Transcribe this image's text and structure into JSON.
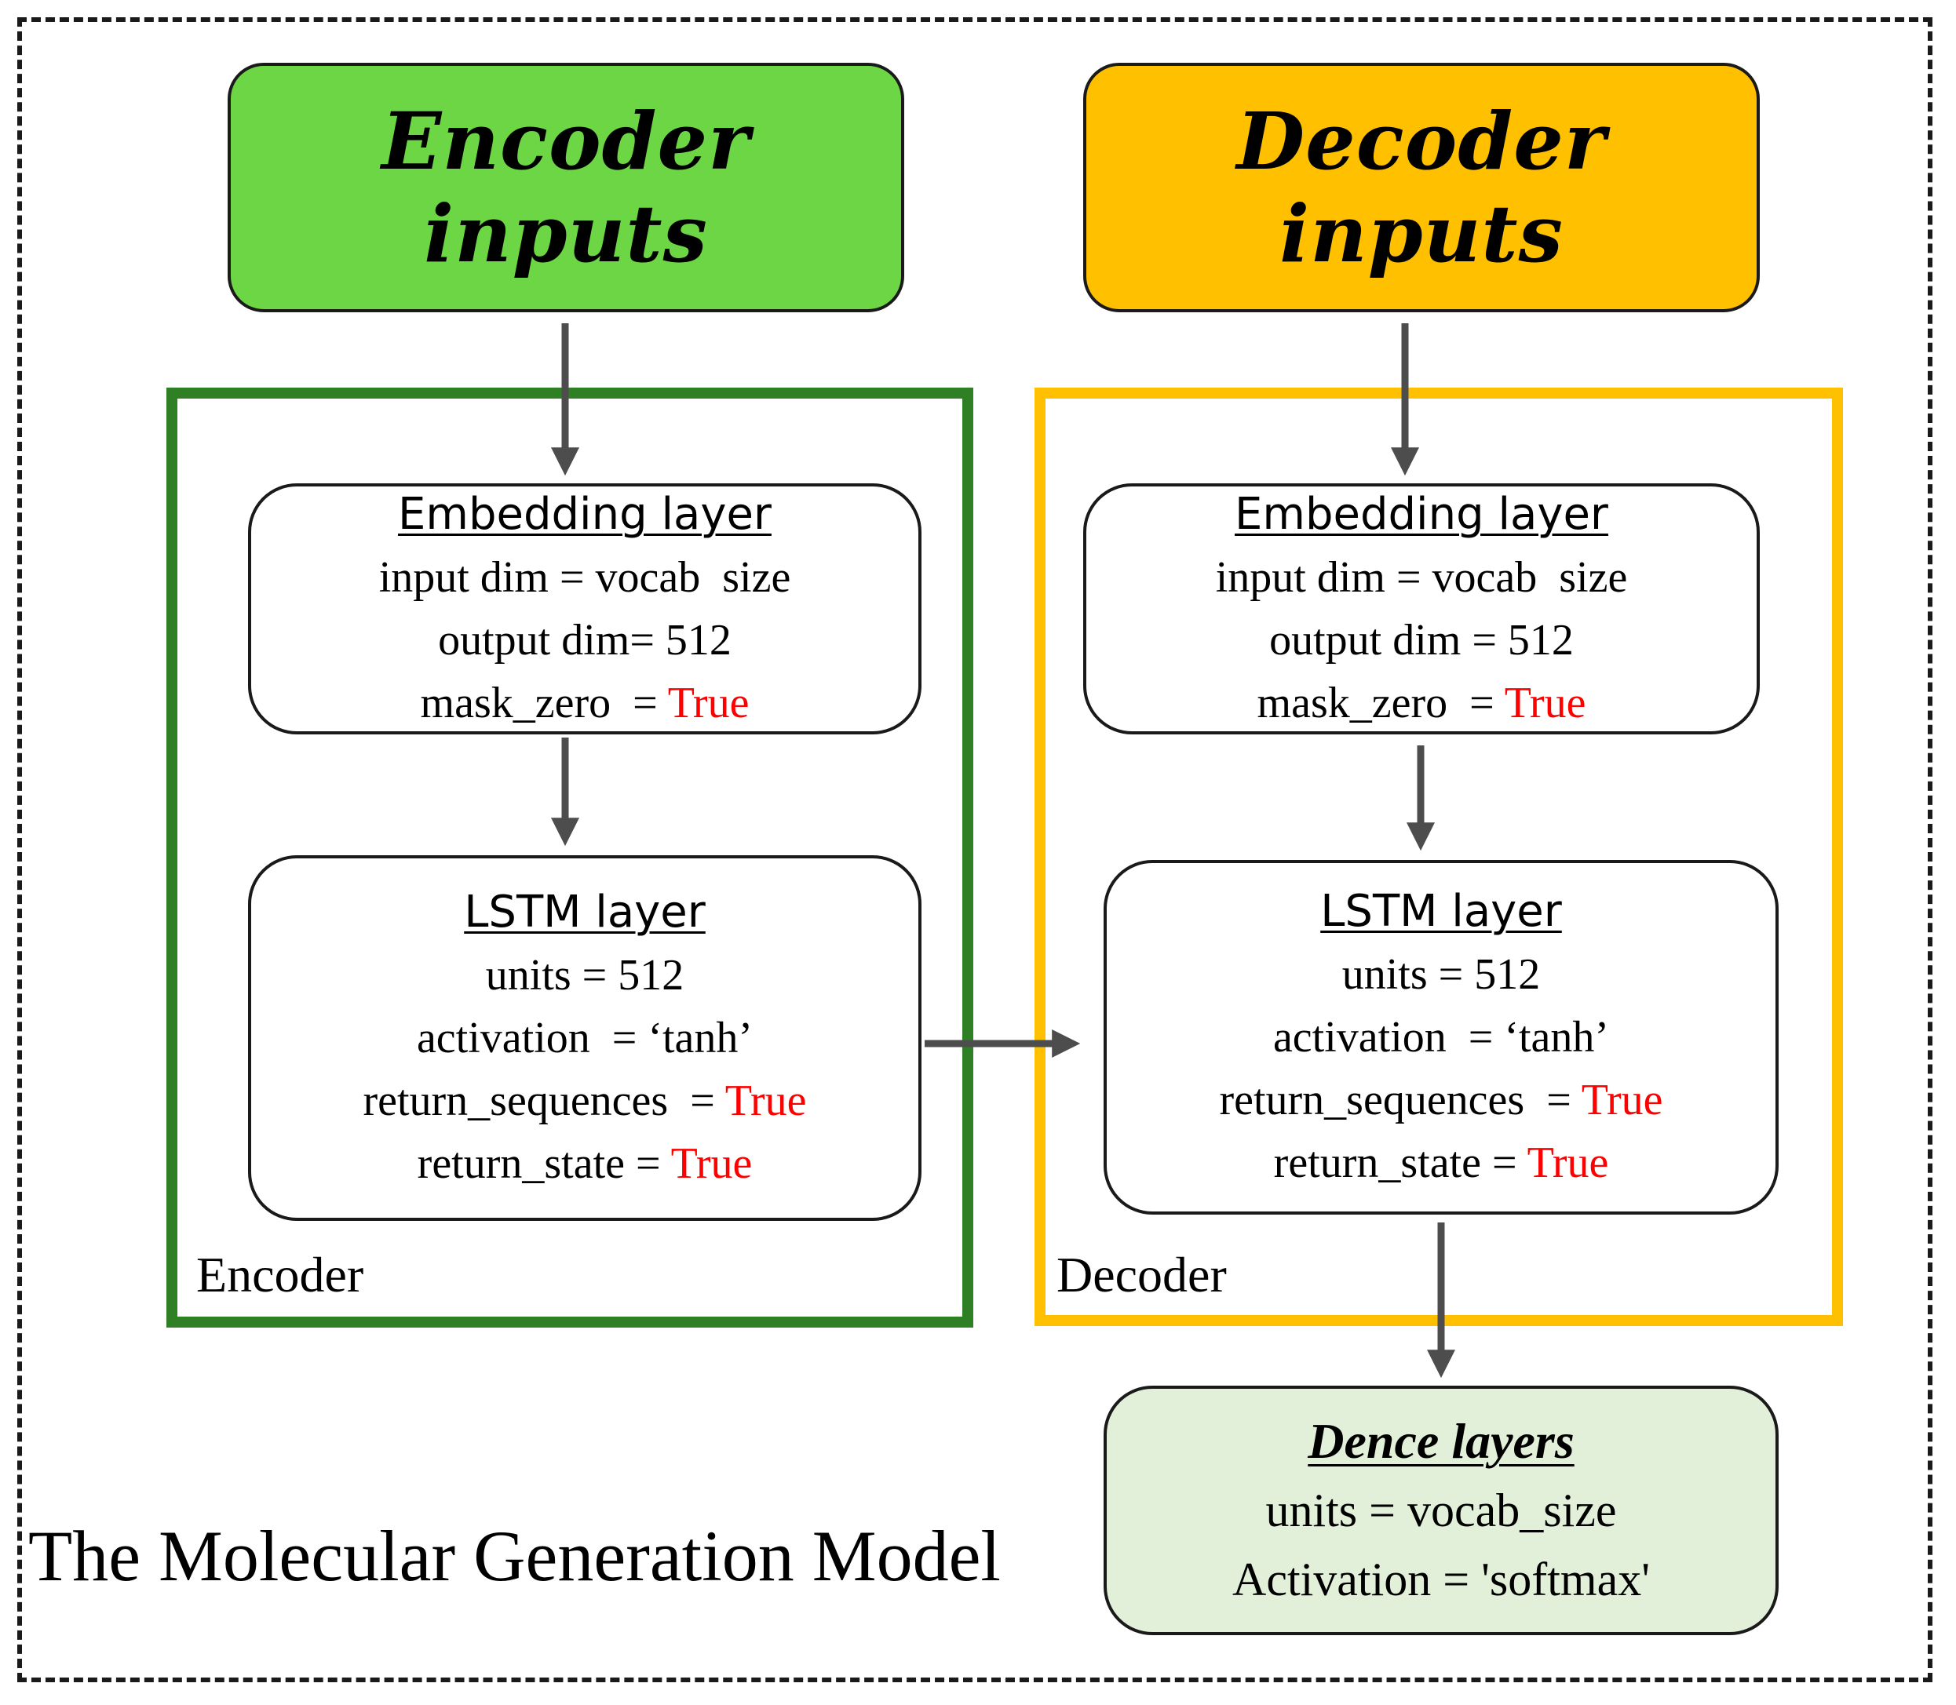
{
  "colors": {
    "encoder_inputs_fill": "#6dd645",
    "decoder_inputs_fill": "#ffc000",
    "encoder_frame": "#2f7f25",
    "decoder_frame": "#ffc000",
    "dense_fill": "#e2f0d9",
    "arrow": "#4d4d4d",
    "highlight": "#ff0000"
  },
  "encoder_inputs": {
    "label": "Encoder inputs"
  },
  "decoder_inputs": {
    "label": "Decoder inputs"
  },
  "encoder": {
    "label": "Encoder",
    "embedding": {
      "title": "Embedding layer",
      "lines": [
        {
          "text": "input dim = vocab  size",
          "value": ""
        },
        {
          "text": "output dim= 512",
          "value": ""
        },
        {
          "text": "mask_zero  = ",
          "value": "True"
        }
      ]
    },
    "lstm": {
      "title": "LSTM layer",
      "lines": [
        {
          "text": "units = 512",
          "value": ""
        },
        {
          "text": "activation  = ‘tanh’",
          "value": ""
        },
        {
          "text": "return_sequences  = ",
          "value": "True"
        },
        {
          "text": "return_state = ",
          "value": "True"
        }
      ]
    }
  },
  "decoder": {
    "label": "Decoder",
    "embedding": {
      "title": "Embedding layer",
      "lines": [
        {
          "text": "input dim = vocab  size",
          "value": ""
        },
        {
          "text": "output dim = 512",
          "value": ""
        },
        {
          "text": "mask_zero  = ",
          "value": "True"
        }
      ]
    },
    "lstm": {
      "title": "LSTM layer",
      "lines": [
        {
          "text": "units = 512",
          "value": ""
        },
        {
          "text": "activation  = ‘tanh’",
          "value": ""
        },
        {
          "text": "return_sequences  = ",
          "value": "True"
        },
        {
          "text": "return_state = ",
          "value": "True"
        }
      ]
    }
  },
  "dense": {
    "title": "Dence layers",
    "lines": [
      {
        "text": "units = vocab_size",
        "value": ""
      },
      {
        "text": "Activation = 'softmax'",
        "value": ""
      }
    ]
  },
  "model_title": "The Molecular Generation Model"
}
